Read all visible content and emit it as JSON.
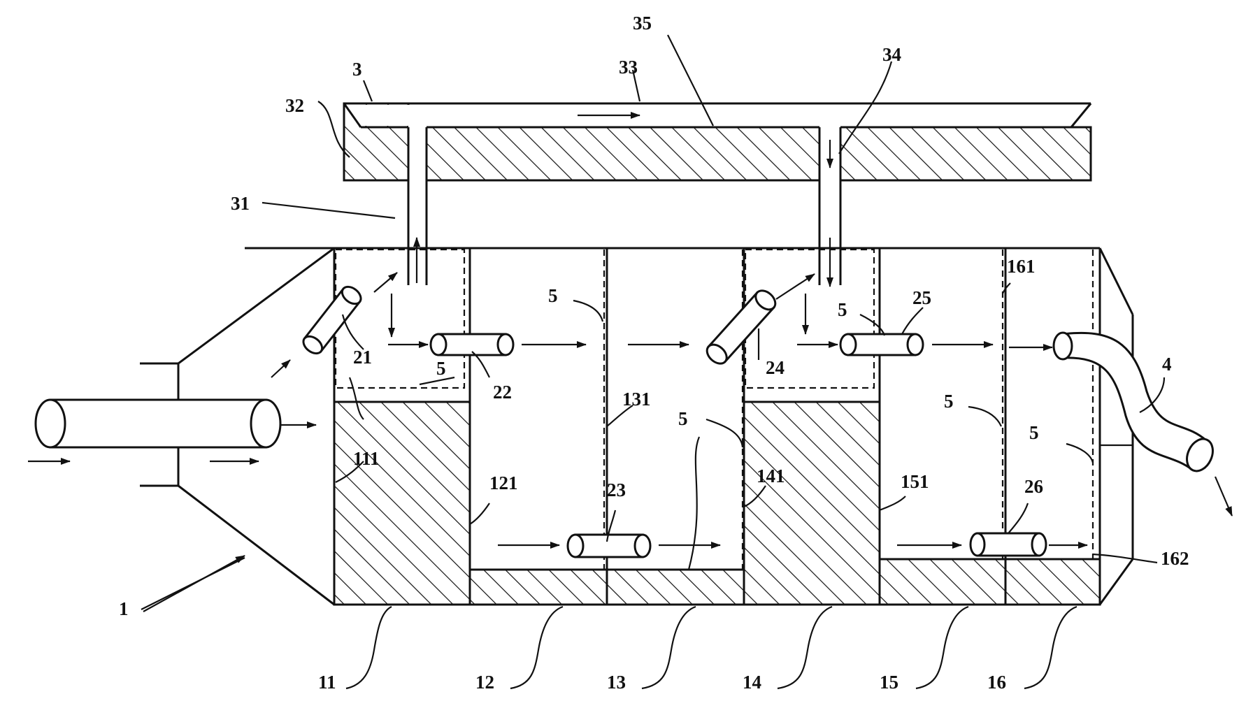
{
  "labels": {
    "l1": "1",
    "l3": "3",
    "l4": "4",
    "l5": "5",
    "l11": "11",
    "l12": "12",
    "l13": "13",
    "l14": "14",
    "l15": "15",
    "l16": "16",
    "l21": "21",
    "l22": "22",
    "l23": "23",
    "l24": "24",
    "l25": "25",
    "l26": "26",
    "l31": "31",
    "l32": "32",
    "l33": "33",
    "l34": "34",
    "l35": "35",
    "l111": "111",
    "l121": "121",
    "l131": "131",
    "l141": "141",
    "l151": "151",
    "l161": "161",
    "l162": "162"
  }
}
